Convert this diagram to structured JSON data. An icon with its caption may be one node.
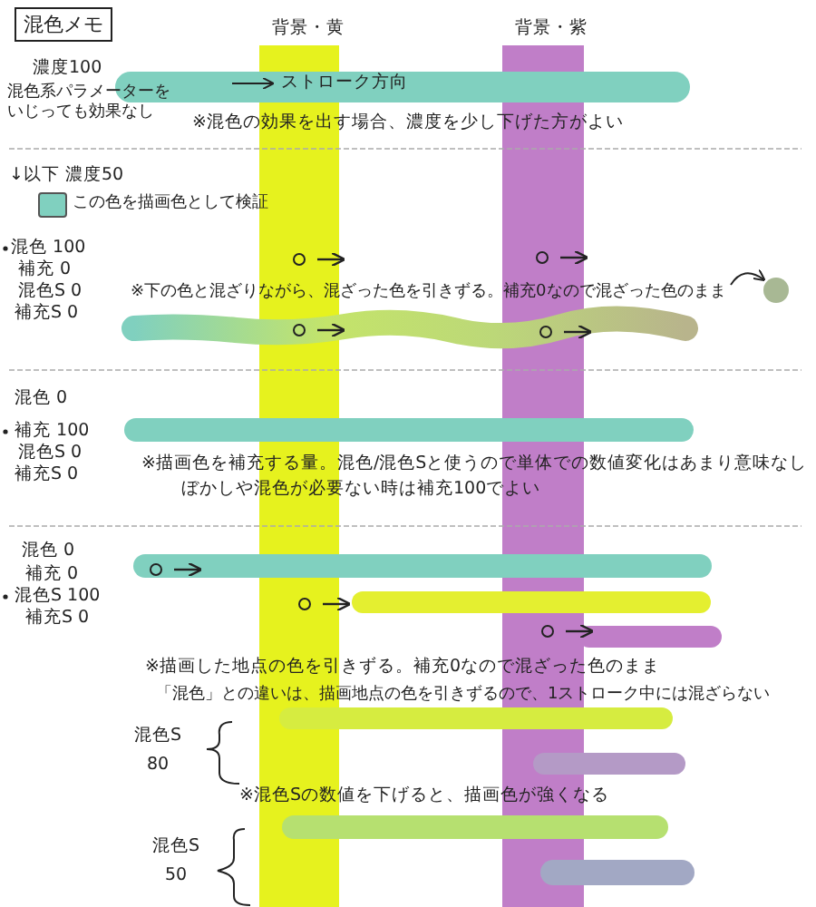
{
  "diagram": {
    "nodes": [
      {
        "text": [
          "混色メモ"
        ]
      }
    ],
    "labels": [
      "背景・黄",
      "背景・紫",
      "濃度100",
      "混色系パラメーターをいじっても効果なし",
      "ストローク方向",
      "※混色の効果を出す場合、濃度を少し下げた方がよい",
      "↓以下 濃度50",
      "混色 100",
      "補充 0",
      "混色S 0",
      "補充S 0",
      "※下の色と混ざりながら、混ざった色を引きずる。補充0なので混ざった色のまま",
      "混色 0",
      "補充 100",
      "混色S 0",
      "補充S 0",
      "※描画色を補充する量。混色/混色Sと使うので単体での数値変化はあまり意味なし",
      "ぼかしや混色が必要ない時は補充100でよい",
      "混色 0",
      "補充 0",
      "混色S 100",
      "補充S 0",
      "※描画した地点の色を引きずる。補充0なので混ざった色のまま",
      "「混色」との違いは、描画地点の色を引きずるので、1ストローク中には混ざらない",
      "混色S 80",
      "※混色Sの数値を下げると、描画色が強くなる",
      "混色S 50"
    ],
    "legend": [
      {
        "text": "この色を描画色として検証",
        "color": "#80d0bf"
      }
    ]
  }
}
